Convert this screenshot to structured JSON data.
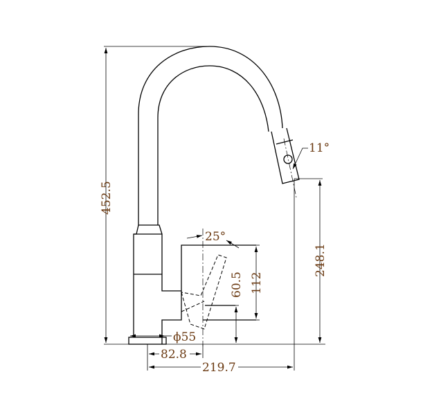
{
  "dimensions": {
    "total_height": "452.5",
    "spout_height": "248.1",
    "handle_height": "112",
    "handle_base_height": "60.5",
    "spout_angle": "11°",
    "handle_angle": "25°",
    "base_diameter": "ϕ55",
    "handle_offset": "82.8",
    "spout_reach": "219.7"
  },
  "colors": {
    "line": "#000000",
    "text": "#6b3a12"
  }
}
